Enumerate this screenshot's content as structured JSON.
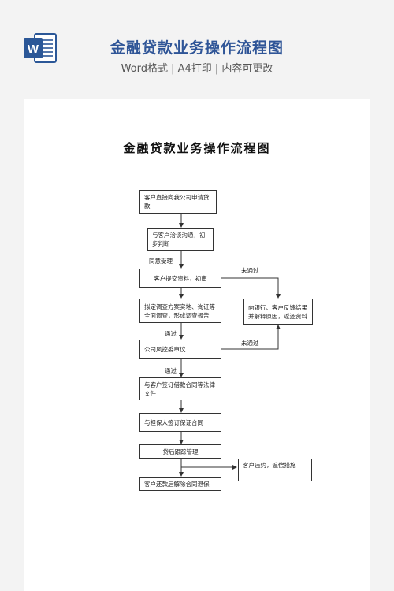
{
  "header": {
    "title": "金融贷款业务操作流程图",
    "subtitle": "Word格式 | A4打印 | 内容可更改",
    "icon_letter": "W"
  },
  "document": {
    "title": "金融贷款业务操作流程图",
    "steps": [
      "客户直接向我公司申请贷款",
      "与客户洽谈沟通，初步判断",
      "客户提交资料，初审",
      "拟定调查方案实地、询证等全面调查，形成调查报告",
      "公司风控委审议",
      "与客户签订借款合同等法律文件",
      "与担保人签订保证合同",
      "贷后跟踪管理",
      "客户还款后解除合同退保"
    ],
    "side_boxes": [
      "向银行、客户反馈结果并解释原因，返还资料",
      "客户违约，追偿措施"
    ],
    "labels": {
      "agree": "同意受理",
      "reject_1": "未通过",
      "pass_1": "通过",
      "reject_2": "未通过",
      "pass_2": "通过"
    }
  },
  "colors": {
    "title_blue": "#2f5597",
    "word_blue": "#2b5797",
    "line": "#333333"
  }
}
